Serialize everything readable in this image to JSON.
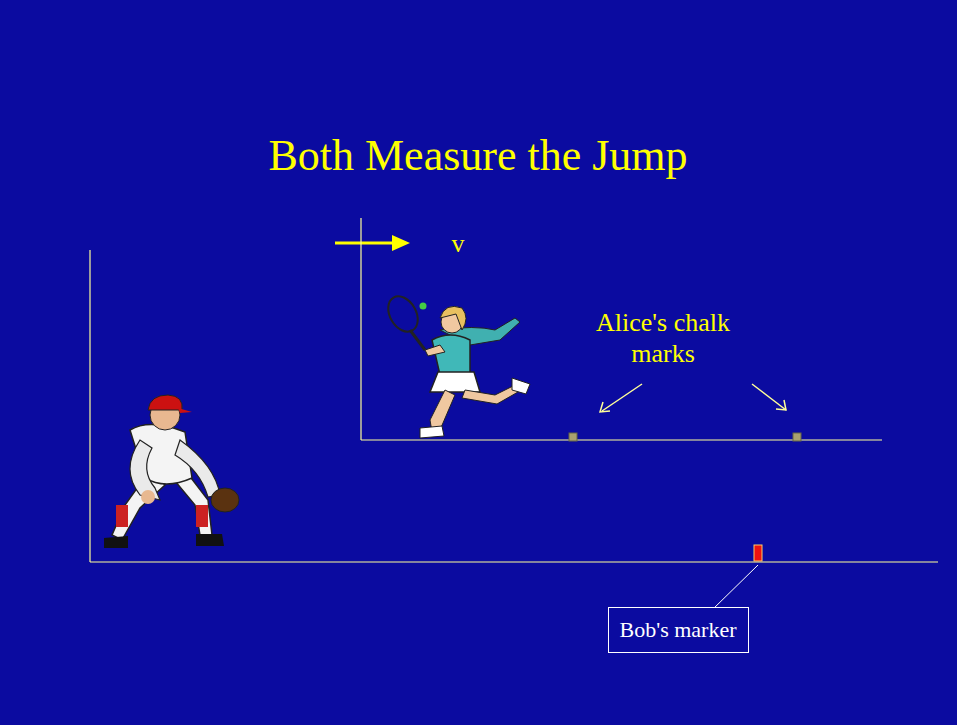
{
  "diagram": {
    "title": "Both Measure the Jump",
    "nodes": [
      {
        "text": [
          "Bob's marker"
        ]
      }
    ],
    "labels": [
      "v",
      "Alice's chalk marks"
    ]
  }
}
